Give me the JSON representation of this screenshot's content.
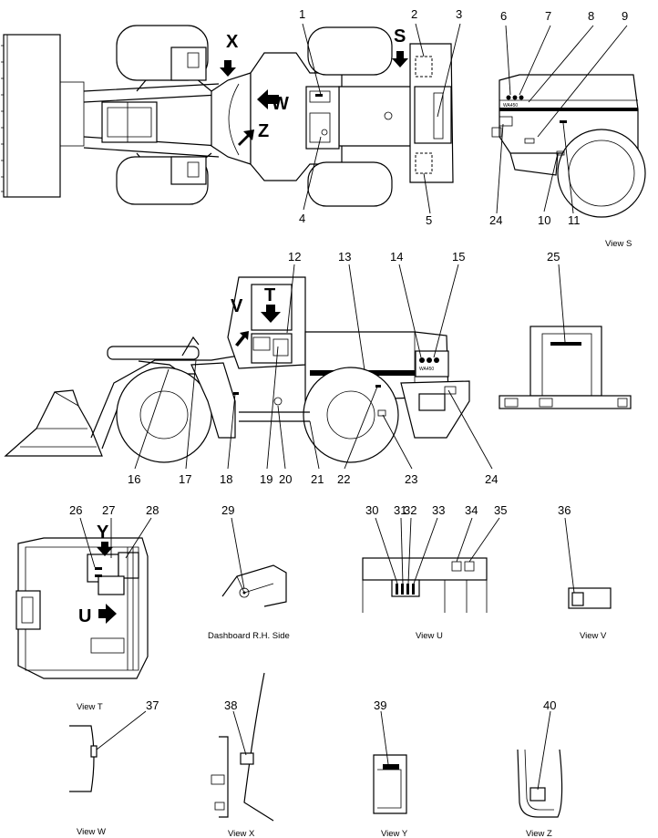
{
  "callouts": [
    "1",
    "2",
    "3",
    "4",
    "5",
    "6",
    "7",
    "8",
    "9",
    "10",
    "11",
    "12",
    "13",
    "14",
    "15",
    "16",
    "17",
    "18",
    "19",
    "20",
    "21",
    "22",
    "23",
    "24",
    "25",
    "26",
    "27",
    "28",
    "29",
    "30",
    "31",
    "32",
    "33",
    "34",
    "35",
    "36",
    "37",
    "38",
    "39",
    "40",
    "24"
  ],
  "arrow_letters": {
    "x": "X",
    "s": "S",
    "w": "W",
    "z": "Z",
    "v": "V",
    "t": "T",
    "y": "Y",
    "u": "U"
  },
  "plate_text": "WA450",
  "captions": {
    "view_s": "View S",
    "dashboard": "Dashboard R.H. Side",
    "view_u": "View U",
    "view_v": "View V",
    "view_t": "View T",
    "view_w": "View W",
    "view_x": "View X",
    "view_y": "View Y",
    "view_z": "View Z"
  }
}
